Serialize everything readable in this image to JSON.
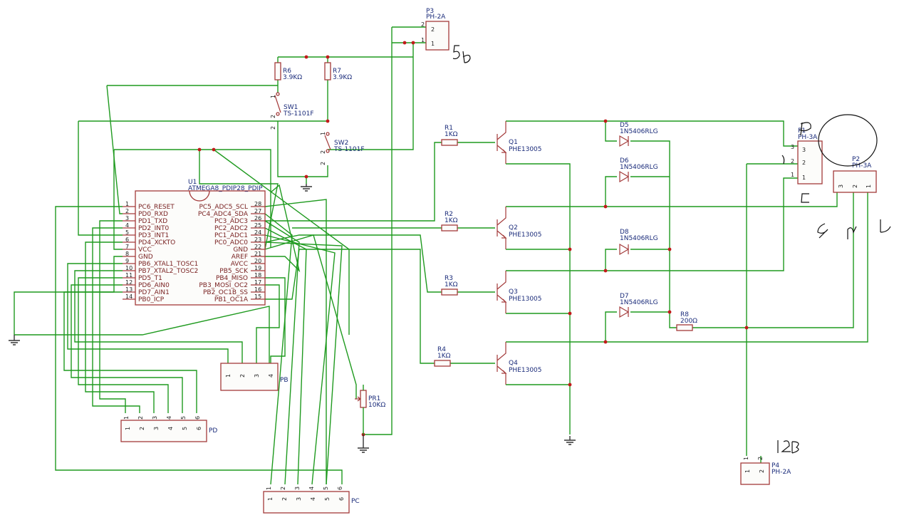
{
  "mcu": {
    "ref": "U1",
    "part": "ATMEGA8_PDIP28_PDIP",
    "left_pins": [
      {
        "num": "1",
        "name": "PC6_RESET"
      },
      {
        "num": "2",
        "name": "PD0_RXD"
      },
      {
        "num": "3",
        "name": "PD1_TXD"
      },
      {
        "num": "4",
        "name": "PD2_INT0"
      },
      {
        "num": "5",
        "name": "PD3_INT1"
      },
      {
        "num": "6",
        "name": "PD4_XCKTO"
      },
      {
        "num": "7",
        "name": "VCC"
      },
      {
        "num": "8",
        "name": "GND"
      },
      {
        "num": "9",
        "name": "PB6_XTAL1_TOSC1"
      },
      {
        "num": "10",
        "name": "PB7_XTAL2_TOSC2"
      },
      {
        "num": "11",
        "name": "PD5_T1"
      },
      {
        "num": "12",
        "name": "PD6_AIN0"
      },
      {
        "num": "13",
        "name": "PD7_AIN1"
      },
      {
        "num": "14",
        "name": "PB0_ICP"
      }
    ],
    "right_pins": [
      {
        "num": "28",
        "name": "PC5_ADC5_SCL"
      },
      {
        "num": "27",
        "name": "PC4_ADC4_SDA"
      },
      {
        "num": "26",
        "name": "PC3_ADC3"
      },
      {
        "num": "25",
        "name": "PC2_ADC2"
      },
      {
        "num": "24",
        "name": "PC1_ADC1"
      },
      {
        "num": "23",
        "name": "PC0_ADC0"
      },
      {
        "num": "22",
        "name": "GND"
      },
      {
        "num": "21",
        "name": "AREF"
      },
      {
        "num": "20",
        "name": "AVCC"
      },
      {
        "num": "19",
        "name": "PB5_SCK"
      },
      {
        "num": "18",
        "name": "PB4_MISO"
      },
      {
        "num": "17",
        "name": "PB3_MOSI_OC2"
      },
      {
        "num": "16",
        "name": "PB2_OC1B_SS"
      },
      {
        "num": "15",
        "name": "PB1_OC1A"
      }
    ]
  },
  "resistors": [
    {
      "ref": "R6",
      "value": "3.9KΩ"
    },
    {
      "ref": "R7",
      "value": "3.9KΩ"
    },
    {
      "ref": "R1",
      "value": "1KΩ"
    },
    {
      "ref": "R2",
      "value": "1KΩ"
    },
    {
      "ref": "R3",
      "value": "1KΩ"
    },
    {
      "ref": "R4",
      "value": "1KΩ"
    },
    {
      "ref": "R8",
      "value": "200Ω"
    }
  ],
  "switches": [
    {
      "ref": "SW1",
      "part": "TS-1101F"
    },
    {
      "ref": "SW2",
      "part": "TS-1101F"
    }
  ],
  "transistors": [
    {
      "ref": "Q1",
      "part": "PHE13005"
    },
    {
      "ref": "Q2",
      "part": "PHE13005"
    },
    {
      "ref": "Q3",
      "part": "PHE13005"
    },
    {
      "ref": "Q4",
      "part": "PHE13005"
    }
  ],
  "diodes": [
    {
      "ref": "D5",
      "part": "1N5406RLG"
    },
    {
      "ref": "D6",
      "part": "1N5406RLG"
    },
    {
      "ref": "D8",
      "part": "1N5406RLG"
    },
    {
      "ref": "D7",
      "part": "1N5406RLG"
    }
  ],
  "pot": {
    "ref": "PR1",
    "value": "10KΩ"
  },
  "connectors": {
    "p3": {
      "ref": "P3",
      "part": "PH-2A",
      "pins": [
        "2",
        "1"
      ]
    },
    "p1": {
      "ref": "P1",
      "part": "PH-3A",
      "pins": [
        "3",
        "2",
        "1"
      ]
    },
    "p2": {
      "ref": "P2",
      "part": "PH-3A",
      "pins": [
        "3",
        "2",
        "1"
      ]
    },
    "p4": {
      "ref": "P4",
      "part": "PH-2A",
      "pins": [
        "1",
        "2"
      ]
    },
    "pb": {
      "ref": "PB",
      "pins": [
        "1",
        "2",
        "3",
        "4"
      ]
    },
    "pd": {
      "ref": "PD",
      "pins": [
        "1",
        "2",
        "3",
        "4",
        "5",
        "6"
      ]
    },
    "pc": {
      "ref": "PC",
      "pins": [
        "1",
        "2",
        "3",
        "4",
        "5",
        "6"
      ]
    }
  },
  "switch_pin_labels": {
    "one": "1",
    "two": "2"
  }
}
